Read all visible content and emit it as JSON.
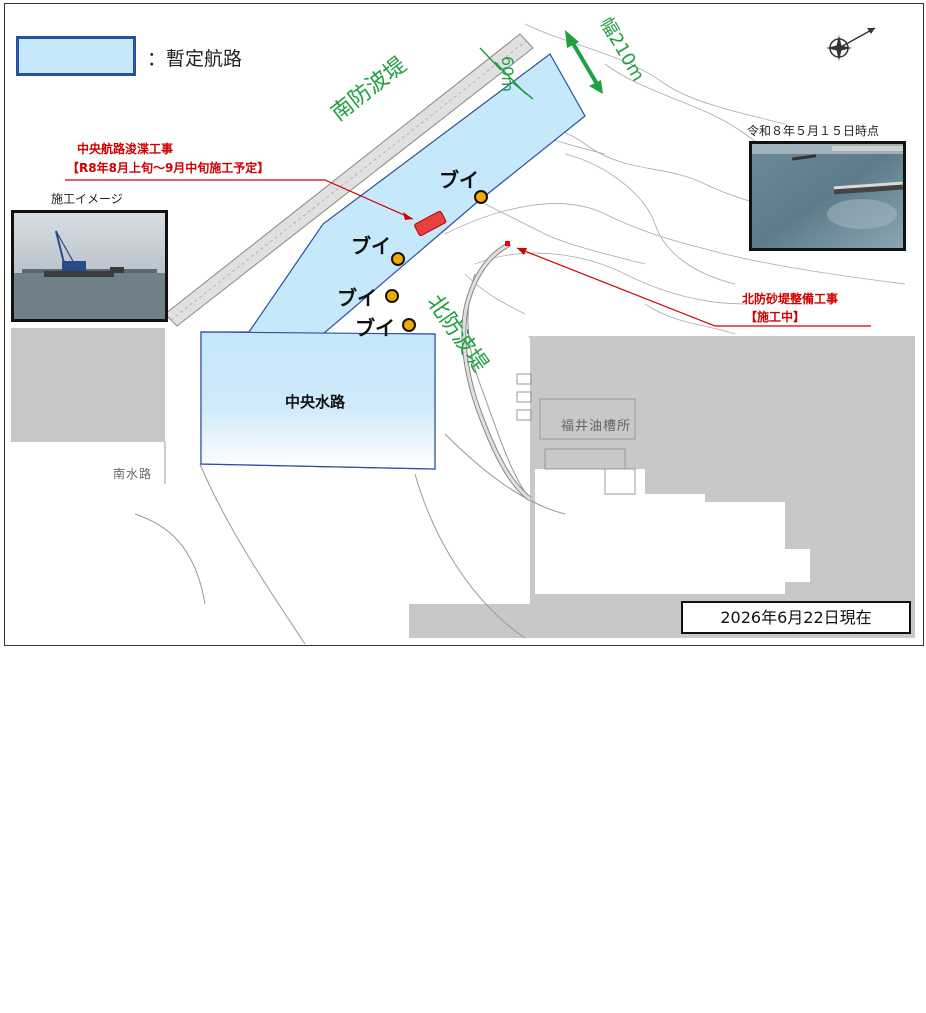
{
  "legend": {
    "label": "：暫定航路",
    "fill_color": "#c5e8fb",
    "border_color": "#2b4fa8"
  },
  "labels": {
    "south_breakwater": "南防波堤",
    "north_breakwater": "北防波堤",
    "width_6m": "60m",
    "width_210m": "幅210m",
    "central_waterway": "中央水路",
    "south_waterway": "南水路",
    "fukui_oil": "福井油槽所"
  },
  "buoys": {
    "label": "ブイ",
    "marker_color": "#f5a800"
  },
  "dredging": {
    "title": "中央航路浚渫工事",
    "period": "【R8年8月上旬～9月中旬施工予定】"
  },
  "north_sand": {
    "title": "北防砂堤整備工事",
    "status": "【施工中】"
  },
  "photo_left": {
    "caption": "施工イメージ"
  },
  "photo_right": {
    "caption": "令和８年５月１５日時点"
  },
  "date_stamp": "2026年6月22日現在",
  "compass": {
    "name": "compass-rose"
  },
  "colors": {
    "land": "#c8c8c8",
    "water_route": "#c5e8fb",
    "green_text": "#20a040",
    "red_text": "#d00000"
  }
}
